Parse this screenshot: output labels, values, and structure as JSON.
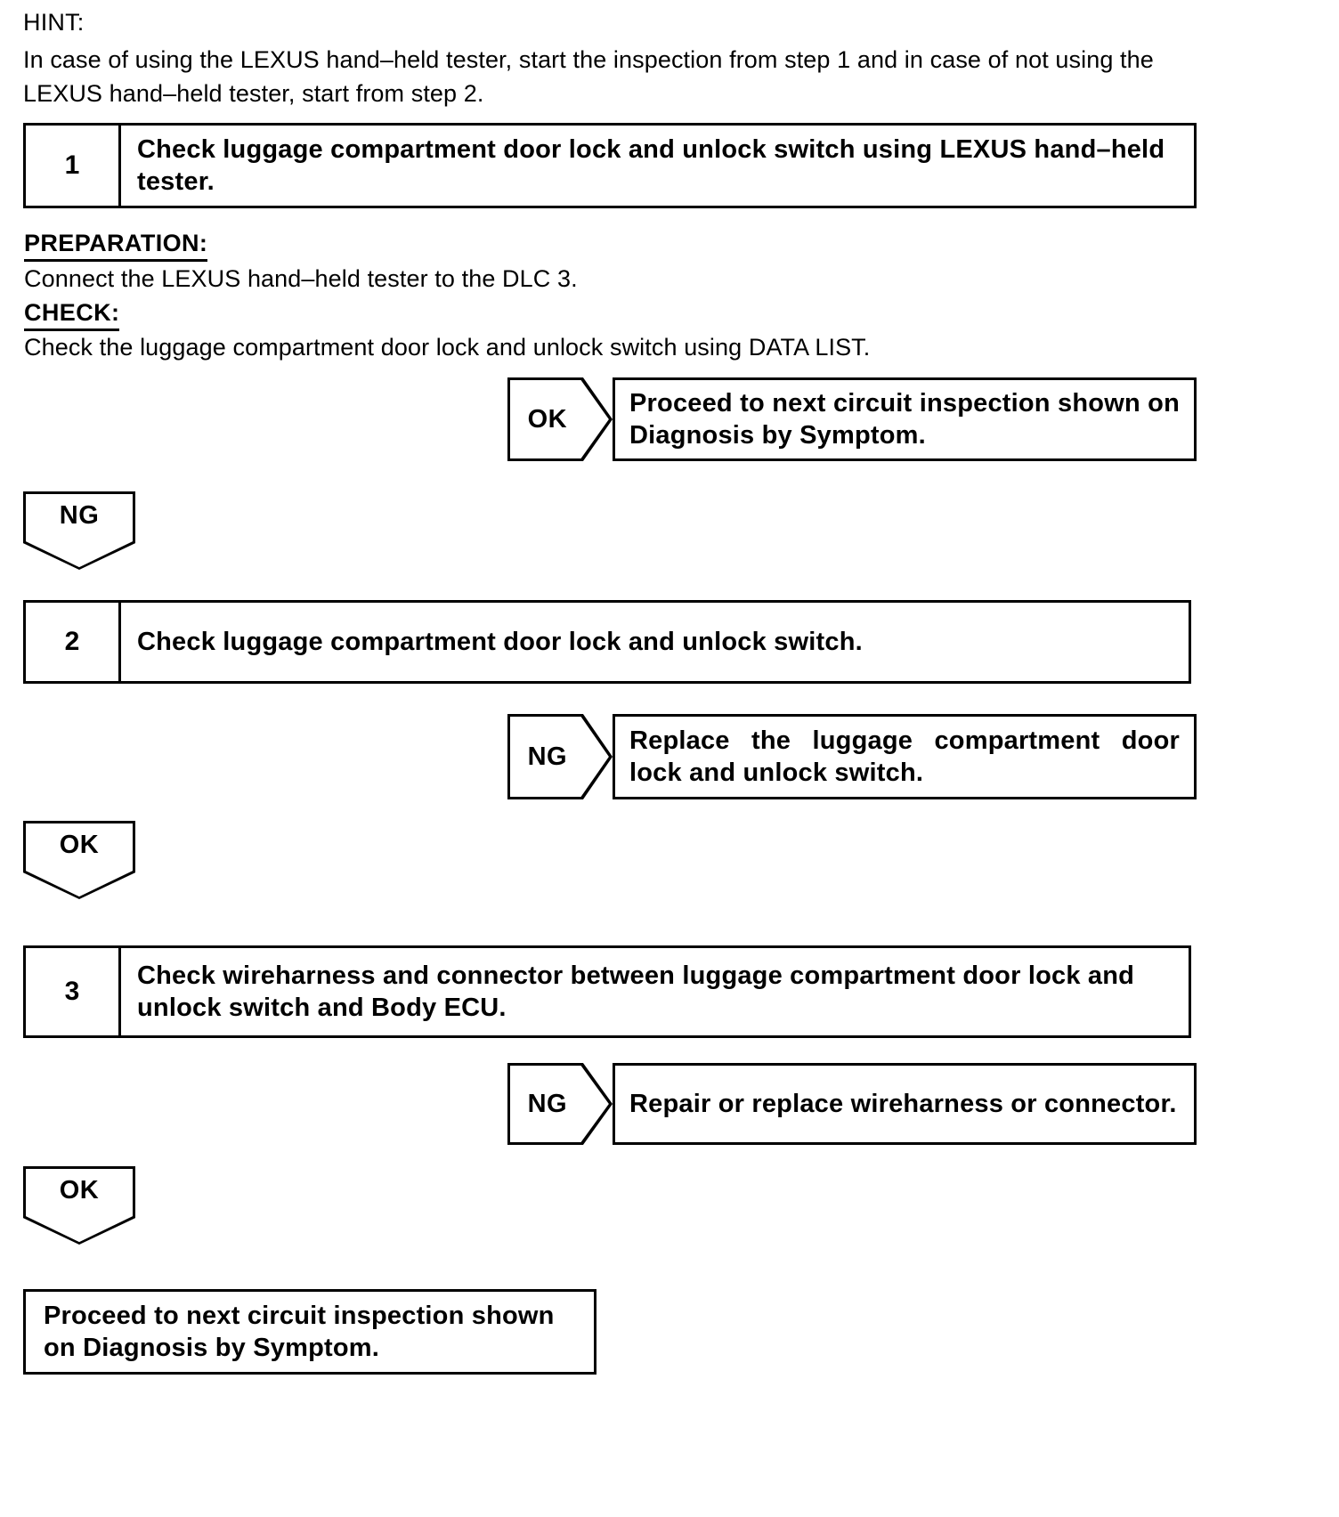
{
  "hint": {
    "label": "HINT:",
    "body": "In case of using the LEXUS hand–held tester, start the inspection from step 1 and in case of not using the LEXUS hand–held tester, start from step 2."
  },
  "preparation": {
    "heading": "PREPARATION:",
    "body": "Connect the LEXUS hand–held tester to the DLC 3."
  },
  "check": {
    "heading": "CHECK:",
    "body": "Check the luggage compartment door lock and unlock switch using DATA LIST."
  },
  "steps": [
    {
      "number": "1",
      "text": "Check luggage compartment door lock and unlock switch using LEXUS hand–held tester."
    },
    {
      "number": "2",
      "text": "Check luggage compartment door lock and unlock switch."
    },
    {
      "number": "3",
      "text": "Check wireharness and connector between luggage compartment door lock and unlock switch and Body ECU."
    }
  ],
  "results": [
    {
      "badge": "OK",
      "text": "Proceed to next circuit inspection shown on Diagnosis by Symptom."
    },
    {
      "badge": "NG",
      "text": "Replace the luggage compartment door lock and unlock switch."
    },
    {
      "badge": "NG",
      "text": "Repair or replace wireharness or connector."
    }
  ],
  "flags": [
    {
      "label": "NG"
    },
    {
      "label": "OK"
    },
    {
      "label": "OK"
    }
  ],
  "final": {
    "text": "Proceed to next circuit inspection shown on Diagnosis by Symptom."
  },
  "colors": {
    "ink": "#000000",
    "paper": "#ffffff"
  }
}
